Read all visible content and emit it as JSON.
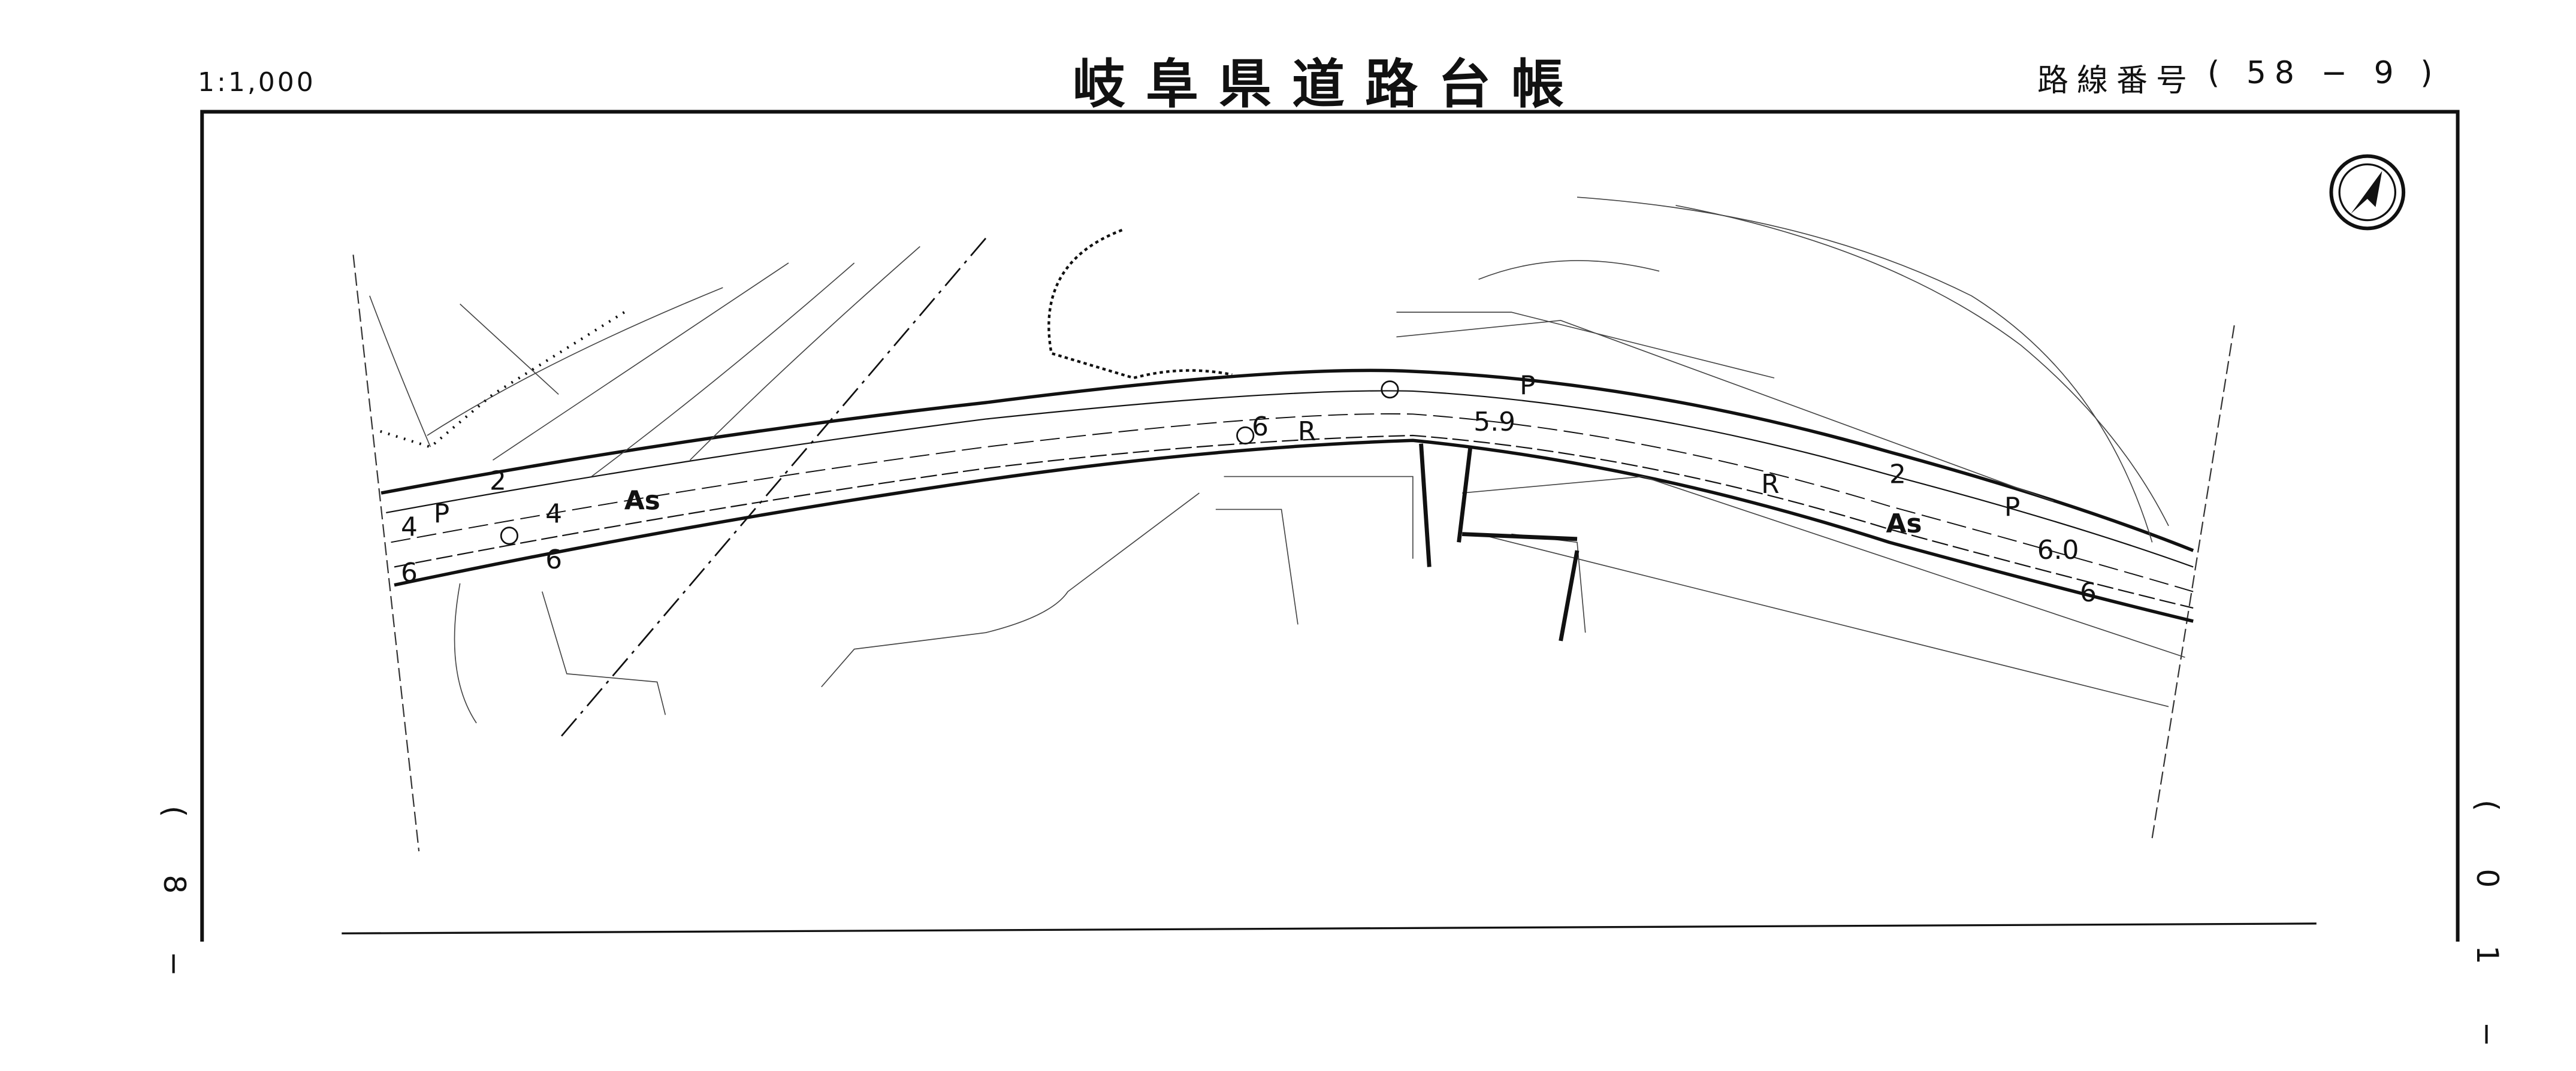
{
  "header": {
    "scale": "1:1,000",
    "title": "岐阜県道路台帳",
    "route_label": "路線番号",
    "route_number": "( 58  − 9  )"
  },
  "side_labels": {
    "left": "( 8 −",
    "right": "( 0 1 −"
  },
  "map": {
    "north_arrow": "north-arrow-icon",
    "labels": {
      "p_left": "P",
      "two_left": "2",
      "as_left": "As",
      "four_a": "4",
      "six_a": "6",
      "four_b": "4",
      "six_b": "6",
      "six_c": "6",
      "r_mid": "R",
      "p_mid": "P",
      "five_nine": "5.9",
      "r_right": "R",
      "two_right": "2",
      "as_right": "As",
      "p_right": "P",
      "six_zero": "6.0",
      "six_d": "6"
    }
  }
}
